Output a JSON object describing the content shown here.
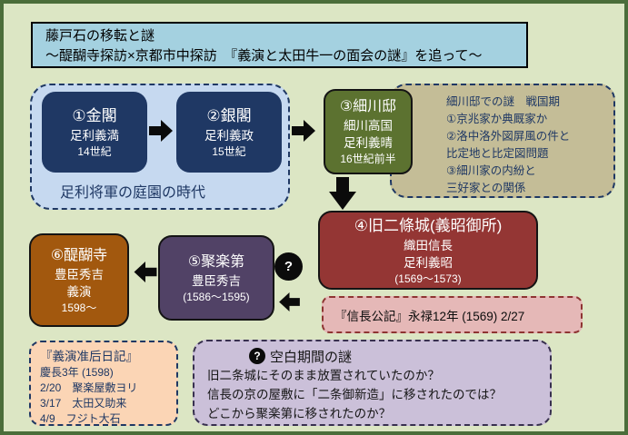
{
  "title": {
    "line1": "藤戸石の移転と謎",
    "line2": "～醍醐寺探訪×京都市中探訪　『義演と太田牛一の面会の謎』を追って～"
  },
  "era": {
    "label": "足利将軍の庭園の時代"
  },
  "nodes": {
    "kinkaku": {
      "title": "①金閣",
      "line1": "足利義満",
      "line2": "14世紀"
    },
    "ginkaku": {
      "title": "②銀閣",
      "line1": "足利義政",
      "line2": "15世紀"
    },
    "hosokawa": {
      "title": "③細川邸",
      "line1": "細川高国",
      "line2": "足利義晴",
      "line3": "16世紀前半"
    },
    "kyunijo": {
      "title": "④旧二條城(義昭御所)",
      "line1": "織田信長",
      "line2": "足利義昭",
      "line3": "(1569～1573)"
    },
    "juraku": {
      "title": "⑤聚楽第",
      "line1": "豊臣秀吉",
      "line2": "(1586～1595)"
    },
    "daigoji": {
      "title": "⑥醍醐寺",
      "line1": "豊臣秀吉",
      "line2": "義演",
      "line3": "1598～"
    }
  },
  "notes": {
    "hosokawa_mystery": {
      "lines": [
        "細川邸での謎　戦国期",
        "①京兆家か典厩家か",
        "②洛中洛外図屏風の件と",
        "比定地と比定図問題",
        "③細川家の内紛と",
        "三好家との関係"
      ]
    },
    "shincho_koki": {
      "text": "『信長公記』永禄12年 (1569) 2/27"
    },
    "gien_diary": {
      "lines": [
        "『義演准后日記』",
        "慶長3年 (1598)",
        "2/20　聚楽屋敷ヨリ",
        "3/17　太田又助来",
        "4/9　フジト大石"
      ]
    },
    "blank_period": {
      "heading": "空白期間の謎",
      "lines": [
        "旧二条城にそのまま放置されていたのか？",
        "信長の京の屋敷に「二条御新造」に移されたのでは？",
        "どこから聚楽第に移されたのか？"
      ]
    }
  },
  "symbols": {
    "question_mark": "?"
  },
  "colors": {
    "background": "#dce6c4",
    "frame_border": "#4b6d3a",
    "title_banner": "#a4d1e0",
    "era_container": "#c6d9f0",
    "navy_node": "#1f3864",
    "olive_node": "#5c7230",
    "red_node": "#943634",
    "purple_node": "#514266",
    "brown_node": "#a2580e",
    "tan_note": "#c4bd97",
    "pink_note": "#e5b8b7",
    "peach_note": "#fbd5b5",
    "lavender_note": "#cbc0d9"
  }
}
